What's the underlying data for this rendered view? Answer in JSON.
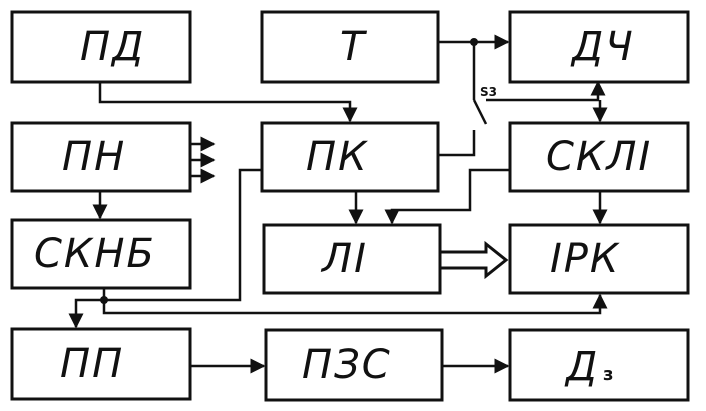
{
  "blocks": {
    "pd": {
      "label": "ПД"
    },
    "t": {
      "label": "Т"
    },
    "dch": {
      "label": "ДЧ"
    },
    "pn": {
      "label": "ПН"
    },
    "pk": {
      "label": "ПК"
    },
    "skli": {
      "label": "СКЛІ"
    },
    "sknb": {
      "label": "СКНБ"
    },
    "li": {
      "label": "ЛІ"
    },
    "irk": {
      "label": "ІРК"
    },
    "pp": {
      "label": "ПП"
    },
    "pzs": {
      "label": "ПЗС"
    },
    "d3": {
      "label": "Д",
      "subscript": "з"
    }
  },
  "switch_label": "S3"
}
